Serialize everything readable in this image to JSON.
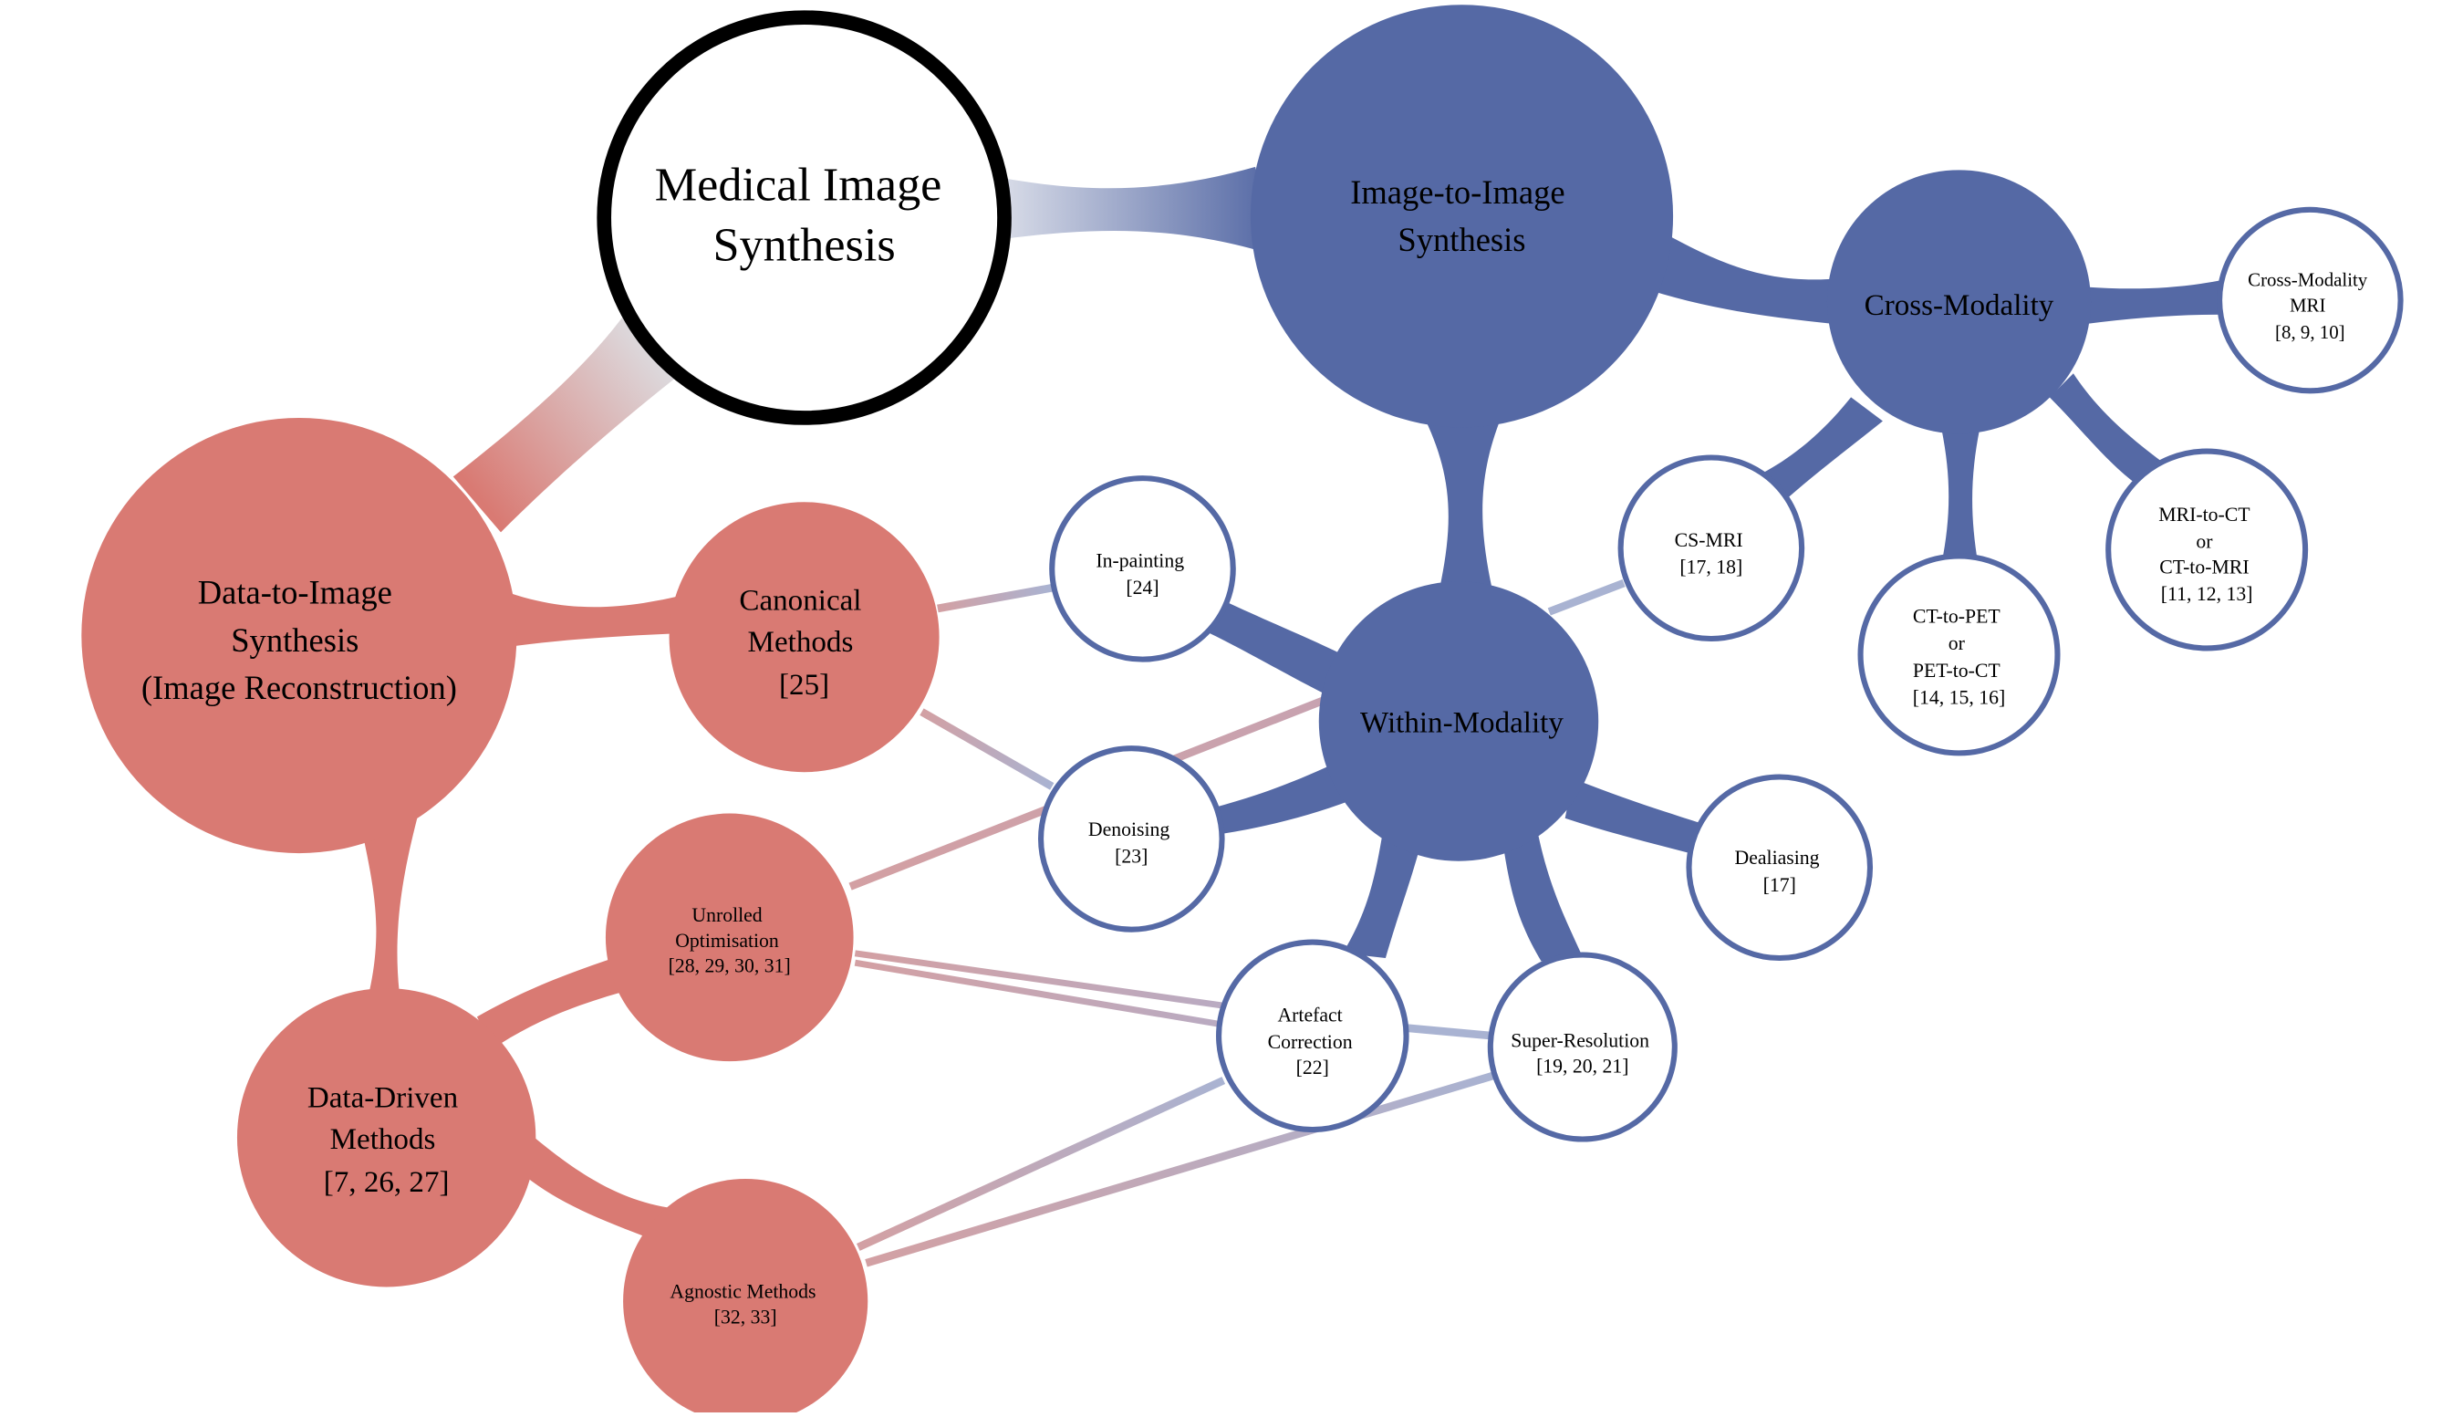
{
  "colors": {
    "red": "#D97A73",
    "blue": "#5569A5",
    "white": "#FFFFFF",
    "black": "#000000",
    "link_red": "#D3A0A3",
    "link_blue": "#A9B3D2"
  },
  "root": {
    "id": "medical-image-synthesis",
    "lines": [
      "Medical Image",
      "Synthesis"
    ]
  },
  "data_to_image": {
    "id": "data-to-image",
    "lines": [
      "Data-to-Image",
      "Synthesis",
      "(Image Reconstruction)"
    ],
    "children": [
      {
        "id": "canonical-methods",
        "lines": [
          "Canonical",
          "Methods",
          "[25]"
        ]
      },
      {
        "id": "data-driven-methods",
        "lines": [
          "Data-Driven",
          "Methods",
          "[7, 26, 27]"
        ],
        "children": [
          {
            "id": "unrolled-optimisation",
            "lines": [
              "Unrolled",
              "Optimisation",
              "[28, 29, 30, 31]"
            ]
          },
          {
            "id": "agnostic-methods",
            "lines": [
              "Agnostic Methods",
              "[32, 33]"
            ]
          }
        ]
      }
    ]
  },
  "image_to_image": {
    "id": "image-to-image",
    "lines": [
      "Image-to-Image",
      "Synthesis"
    ],
    "children": [
      {
        "id": "cross-modality",
        "lines": [
          "Cross-Modality"
        ],
        "children": [
          {
            "id": "cross-modality-mri",
            "lines": [
              "Cross-Modality",
              "MRI",
              "[8, 9, 10]"
            ]
          },
          {
            "id": "cs-mri",
            "lines": [
              "CS-MRI",
              "[17, 18]"
            ]
          },
          {
            "id": "ct-to-pet",
            "lines": [
              "CT-to-PET",
              "or",
              "PET-to-CT",
              "[14, 15, 16]"
            ]
          },
          {
            "id": "mri-to-ct",
            "lines": [
              "MRI-to-CT",
              "or",
              "CT-to-MRI",
              "[11, 12, 13]"
            ]
          }
        ]
      },
      {
        "id": "within-modality",
        "lines": [
          "Within-Modality"
        ],
        "children": [
          {
            "id": "in-painting",
            "lines": [
              "In-painting",
              "[24]"
            ]
          },
          {
            "id": "denoising",
            "lines": [
              "Denoising",
              "[23]"
            ]
          },
          {
            "id": "dealiasing",
            "lines": [
              "Dealiasing",
              "[17]"
            ]
          },
          {
            "id": "artefact-correction",
            "lines": [
              "Artefact",
              "Correction",
              "[22]"
            ]
          },
          {
            "id": "super-resolution",
            "lines": [
              "Super-Resolution",
              "[19, 20, 21]"
            ]
          }
        ]
      }
    ]
  }
}
